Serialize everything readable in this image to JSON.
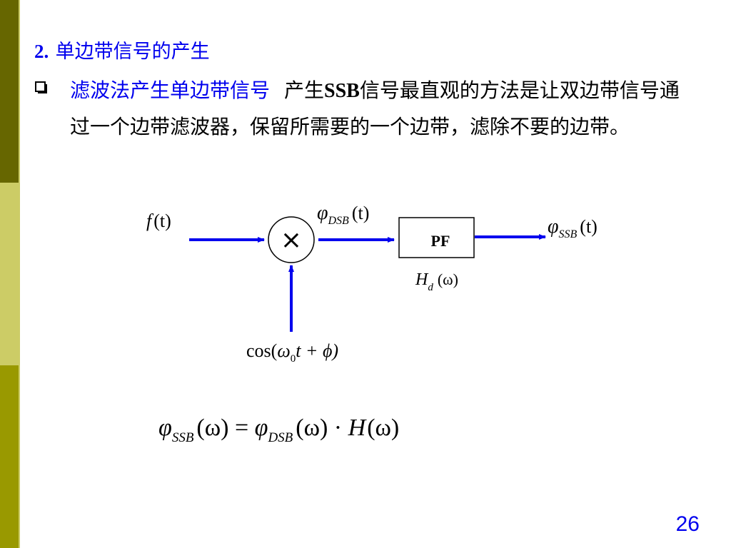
{
  "heading": {
    "number": "2.",
    "title": "单边带信号的产生"
  },
  "bullet": {
    "highlight": "滤波法产生单边带信号",
    "text_before": "产生",
    "ssb": "SSB",
    "text_after": "信号最直观的方法是让双边带信号通过一个边带滤波器，保留所需要的一个边带，滤除不要的边带。"
  },
  "diagram": {
    "input": {
      "f": "f",
      "t": "(t)"
    },
    "dsb": {
      "phi": "φ",
      "sub": "DSB",
      "t": "(t)"
    },
    "ssb": {
      "phi": "φ",
      "sub": "SSB",
      "t": "(t)"
    },
    "multiplier": "×",
    "filter_label": "PF",
    "filter_h": {
      "H": "H",
      "sub": "d",
      "arg": "(ω)"
    },
    "carrier": {
      "cos": "cos(",
      "w": "ω",
      "zero": "0",
      "rest": "t + ϕ)"
    }
  },
  "formula": {
    "phi": "φ",
    "ssb": "SSB",
    "arg1": "(ω) = ",
    "phi2": "φ",
    "dsb": "DSB",
    "arg2": "(ω) · ",
    "H": "H",
    "arg3": "(ω)"
  },
  "colors": {
    "accent": "#0000ee",
    "bar_dark": "#666600",
    "bar_light": "#cccc66",
    "bar_mid": "#999900"
  },
  "page_number": "26"
}
